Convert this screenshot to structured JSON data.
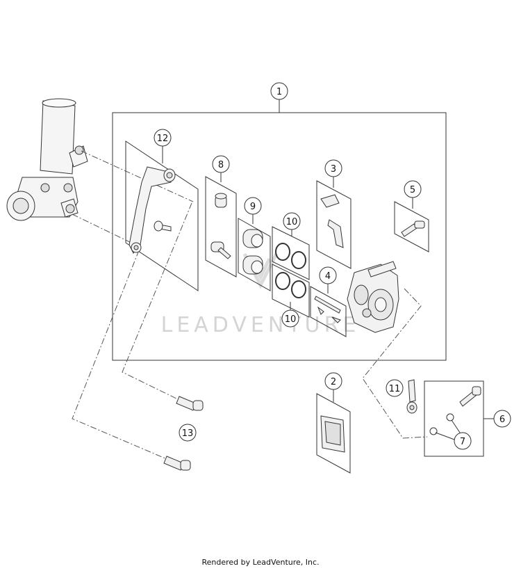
{
  "diagram": {
    "callouts": [
      {
        "id": "c1",
        "label": "1"
      },
      {
        "id": "c2",
        "label": "2"
      },
      {
        "id": "c3",
        "label": "3"
      },
      {
        "id": "c4",
        "label": "4"
      },
      {
        "id": "c5",
        "label": "5"
      },
      {
        "id": "c6",
        "label": "6"
      },
      {
        "id": "c7",
        "label": "7"
      },
      {
        "id": "c8",
        "label": "8"
      },
      {
        "id": "c9",
        "label": "9"
      },
      {
        "id": "c10a",
        "label": "10"
      },
      {
        "id": "c10b",
        "label": "10"
      },
      {
        "id": "c11",
        "label": "11"
      },
      {
        "id": "c12",
        "label": "12"
      },
      {
        "id": "c13",
        "label": "13"
      }
    ],
    "watermark": "LEADVENTURE",
    "colors": {
      "stroke": "#333333",
      "part": "#f2f2f2",
      "watermark": "#d4d4d4"
    }
  },
  "footer": {
    "text": "Rendered by LeadVenture, Inc."
  }
}
